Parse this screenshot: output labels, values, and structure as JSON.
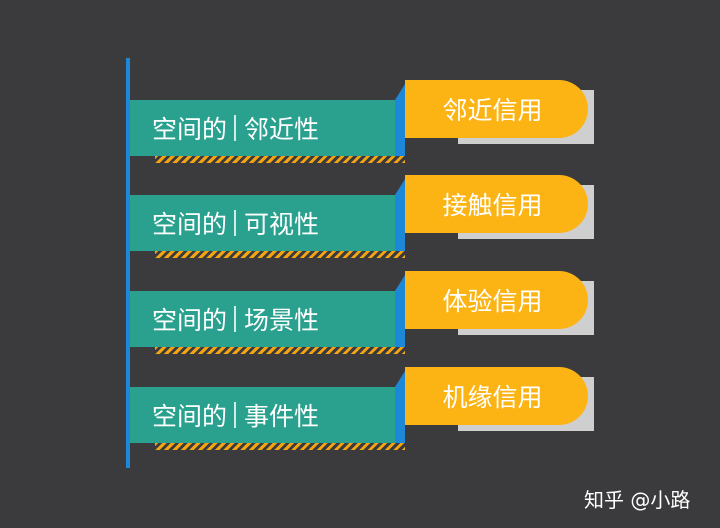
{
  "items": [
    {
      "prefix": "空间的",
      "property": "邻近性",
      "credit": "邻近信用"
    },
    {
      "prefix": "空间的",
      "property": "可视性",
      "credit": "接触信用"
    },
    {
      "prefix": "空间的",
      "property": "场景性",
      "credit": "体验信用"
    },
    {
      "prefix": "空间的",
      "property": "事件性",
      "credit": "机缘信用"
    }
  ],
  "watermark": "知乎 @小路",
  "colors": {
    "background": "#3b3b3d",
    "teal": "#2aa08e",
    "blue": "#1e88d8",
    "orange": "#fcb415",
    "hatch": "#f2a413",
    "shadow": "#cfcfcf"
  }
}
